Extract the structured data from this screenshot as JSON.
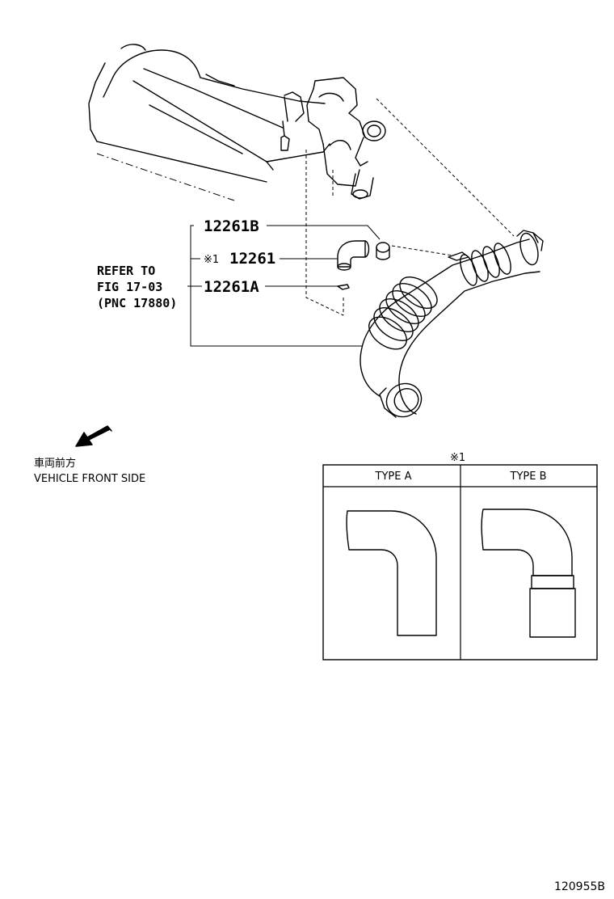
{
  "callouts": {
    "clamp_part": "12261B",
    "hose_part": "12261",
    "hose_mark": "※1",
    "clip_part": "12261A"
  },
  "reference": {
    "line1": "REFER TO",
    "line2": "FIG 17-03",
    "line3": "(PNC 17880)"
  },
  "front_side": {
    "jp": "車両前方",
    "en": "VEHICLE FRONT SIDE",
    "icon": "arrow-front-icon"
  },
  "type_table": {
    "mark": "※1",
    "col_a": "TYPE A",
    "col_b": "TYPE B"
  },
  "illustration_code": "120955B"
}
